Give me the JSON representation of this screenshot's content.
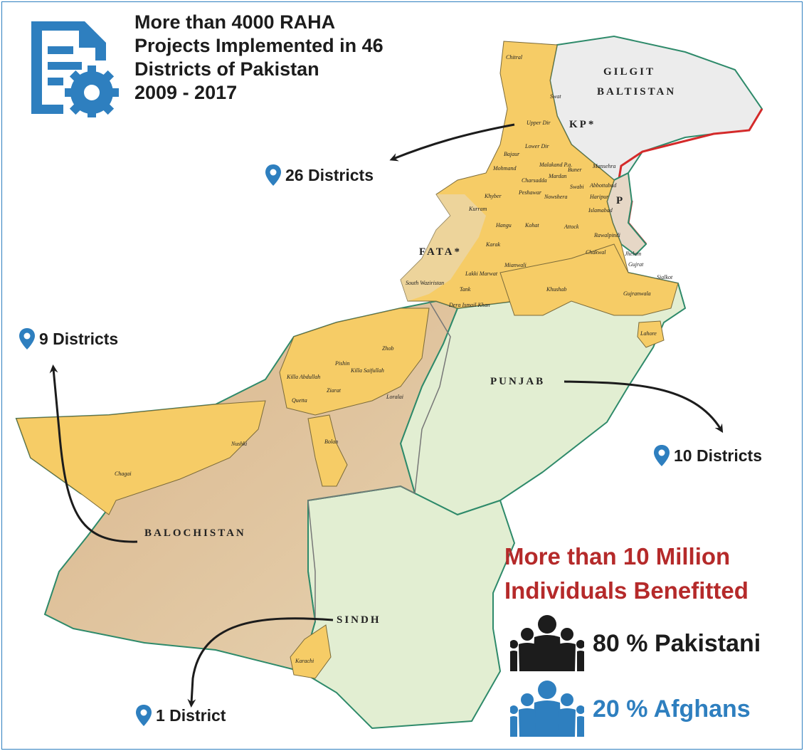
{
  "title_lines": [
    "More than 4000 RAHA",
    "Projects Implemented in 46",
    "Districts of Pakistan",
    "2009 - 2017"
  ],
  "icons": {
    "document": "document-settings-icon",
    "pin": "location-pin-icon",
    "people": "people-group-icon"
  },
  "regions": {
    "gilgit_1": "GILGIT",
    "gilgit_2": "BALTISTAN",
    "kp": "KP*",
    "fata": "FATA*",
    "punjab": "PUNJAB",
    "balochistan": "BALOCHISTAN",
    "sindh": "SINDH",
    "ajk": "P"
  },
  "callouts": {
    "kp": "26 Districts",
    "balochistan": "9 Districts",
    "punjab": "10 Districts",
    "sindh": "1 District"
  },
  "districts": {
    "chitral": "Chitral",
    "swat": "Swat",
    "upper_dir": "Upper Dir",
    "lower_dir": "Lower Dir",
    "bajaur": "Bajaur",
    "malakand": "Malakand P.a.",
    "buner": "Buner",
    "mansehra": "Mansehra",
    "mohmand": "Mohmand",
    "charsadda": "Charsadda",
    "mardan": "Mardan",
    "swabi": "Swabi",
    "abbottabad": "Abbottabad",
    "haripur": "Haripur",
    "peshawar": "Peshawar",
    "nowshera": "Nowshera",
    "khyber": "Khyber",
    "islamabad": "Islamabad",
    "kurram": "Kurram",
    "hangu": "Hangu",
    "kohat": "Kohat",
    "attock": "Attock",
    "rawalpindi": "Rawalpindi",
    "karak": "Karak",
    "chakwal": "Chakwal",
    "jhelum": "Jhelum",
    "gujrat": "Gujrat",
    "mianwali": "Mianwali",
    "lakki_marwat": "Lakki Marwat",
    "sialkot": "Sialkot",
    "south_waziristan": "South Waziristan",
    "tank": "Tank",
    "khushab": "Khushab",
    "gujranwala": "Gujranwala",
    "dera_ismail_khan": "Dera Ismail Khan",
    "lahore": "Lahore",
    "zhob": "Zhob",
    "pishin": "Pishin",
    "killa_saifullah": "Killa Saifullah",
    "killa_abdullah": "Killa Abdullah",
    "ziarat": "Ziarat",
    "quetta": "Quetta",
    "loralai": "Loralai",
    "nushki": "Nushki",
    "bolan": "Bolan",
    "chagai": "Chagai",
    "karachi": "Karachi"
  },
  "beneficiaries": {
    "headline_1": "More than 10 Million",
    "headline_2": "Individuals Benefitted",
    "pakistani": "80 % Pakistani",
    "afghans": "20 % Afghans"
  },
  "colors": {
    "headline": "#b52a2a",
    "pakistani": "#1c1c1c",
    "afghans": "#2e7fbf",
    "highlight_district": "#f6cc66",
    "land": "#e2eed2",
    "border": "#2e8a6a",
    "loc": "#d42a2a"
  }
}
